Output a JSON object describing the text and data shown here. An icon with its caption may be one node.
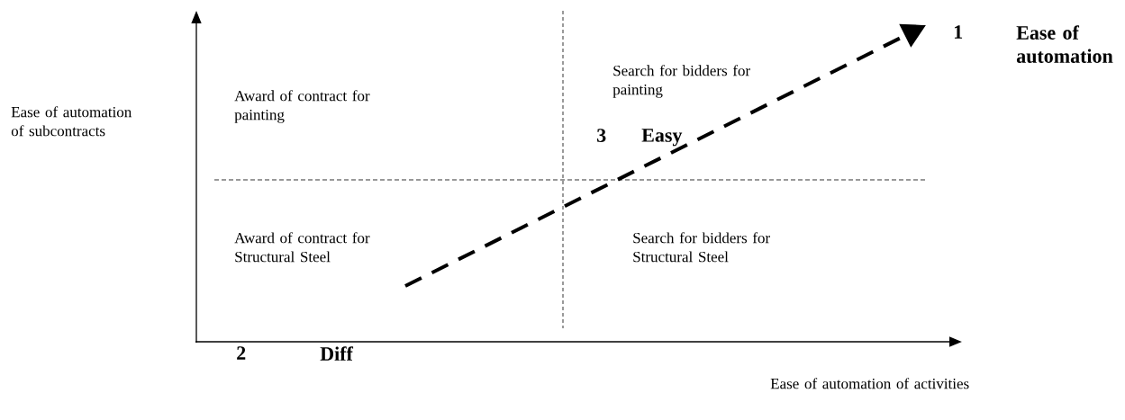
{
  "diagram": {
    "labels": [
      "Ease of automation of subcontracts",
      "Award of contract for painting",
      "Search for bidders for painting",
      "1",
      "Ease of automation",
      "3",
      "Easy",
      "Award of contract for Structural Steel",
      "Search for bidders for Structural Steel",
      "2",
      "Diff",
      "Ease of automation of activities"
    ]
  }
}
